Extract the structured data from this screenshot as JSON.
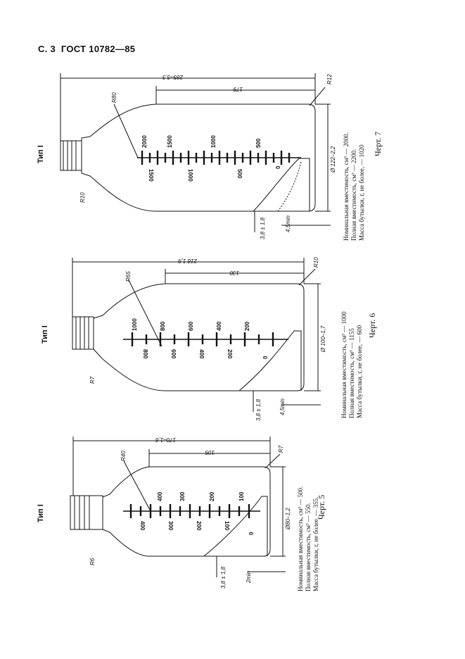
{
  "header": {
    "page": "С. 3",
    "standard": "ГОСТ 10782—85"
  },
  "drawings": [
    {
      "id": "ch7",
      "type_label": "Тип I",
      "caption": "Черт. 7",
      "notes": [
        "Номинальная вместимость, см³ — 2000.",
        "Полная вместимость, см³ — 2200.",
        "Масса бутылки, г, не более, — 1020"
      ],
      "dims": {
        "length": "285–3,3",
        "body": "179",
        "diameter": "Ø 122–2,2",
        "radius_shoulder": "R80",
        "radius_corner": "R12",
        "radius_neck": "R10",
        "wall": "3,8 ± 1,8",
        "min": "4,5min"
      },
      "scale_top": [
        "2000",
        "1500",
        "1000",
        "500"
      ],
      "scale_bottom": [
        "1500",
        "1000",
        "500",
        "0"
      ]
    },
    {
      "id": "ch6",
      "type_label": "Тип I",
      "caption": "Черт. 6",
      "notes": [
        "Номинальная вместимость, см³ — 1000",
        "Полная вместимость, см³ — 1155",
        "Масса бутылки, г, не более, — 600"
      ],
      "dims": {
        "length": "216 1,9",
        "body": "130",
        "diameter": "Ø 100–1,7",
        "radius_shoulder": "R65",
        "radius_corner": "R10",
        "radius_neck": "R7",
        "wall": "3,8 ± 1,8",
        "min": "4,5min"
      },
      "scale_top": [
        "1000",
        "800",
        "600",
        "400",
        "200"
      ],
      "scale_bottom": [
        "800",
        "600",
        "400",
        "200",
        "0"
      ]
    },
    {
      "id": "ch5",
      "type_label": "Тип I",
      "caption": "Черт. 5",
      "notes": [
        "Номинальная вместимость, см³ — 500.",
        "Полная вместимость, см³ — 550.",
        "Масса бутылки, г, не более, — 355."
      ],
      "dims": {
        "length": "170–1,6",
        "body": "105",
        "diameter": "Ø80–1,2",
        "radius_shoulder": "R40",
        "radius_corner": "R7",
        "radius_neck": "R6",
        "wall": "3,8 ± 1,8",
        "min": "2min"
      },
      "scale_top": [
        "400",
        "300",
        "200",
        "100"
      ],
      "scale_bottom": [
        "400",
        "300",
        "200",
        "100",
        "0"
      ]
    }
  ]
}
